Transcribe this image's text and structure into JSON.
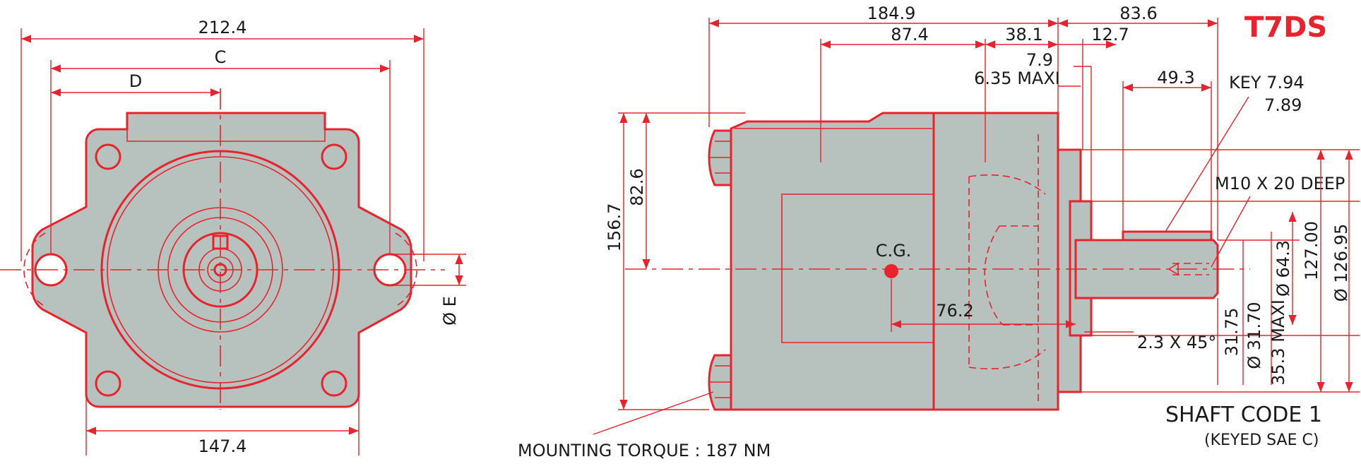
{
  "title": "T7DS",
  "shaft_code": "SHAFT CODE 1",
  "shaft_type": "(KEYED SAE C)",
  "mounting_torque": "MOUNTING TORQUE : 187 NM",
  "front_view": {
    "overall_width": "212.4",
    "dim_c": "C",
    "dim_d": "D",
    "bottom_width": "147.4",
    "hole_dia": "Ø E"
  },
  "side_view": {
    "length_total": "184.9",
    "length_shaft": "83.6",
    "length_874": "87.4",
    "length_381": "38.1",
    "length_127": "12.7",
    "length_79": "7.9",
    "max_635": "6.35 MAXI",
    "key_length": "49.3",
    "key_width_1": "KEY 7.94",
    "key_width_2": "7.89",
    "thread": "M10 X 20 DEEP",
    "height_1567": "156.7",
    "height_826": "82.6",
    "cg_label": "C.G.",
    "cg_offset": "76.2",
    "chamfer": "2.3 X 45°",
    "shaft_dia_1": "31.75",
    "shaft_dia_2": "Ø 31.70",
    "max_353": "35.3 MAXI",
    "dia_643": "Ø 64.3",
    "pilot_1": "127.00",
    "pilot_2": "Ø 126.95"
  },
  "colors": {
    "outline": "#e8232d",
    "body": "#b7c1be",
    "text": "#1a1a1a"
  }
}
